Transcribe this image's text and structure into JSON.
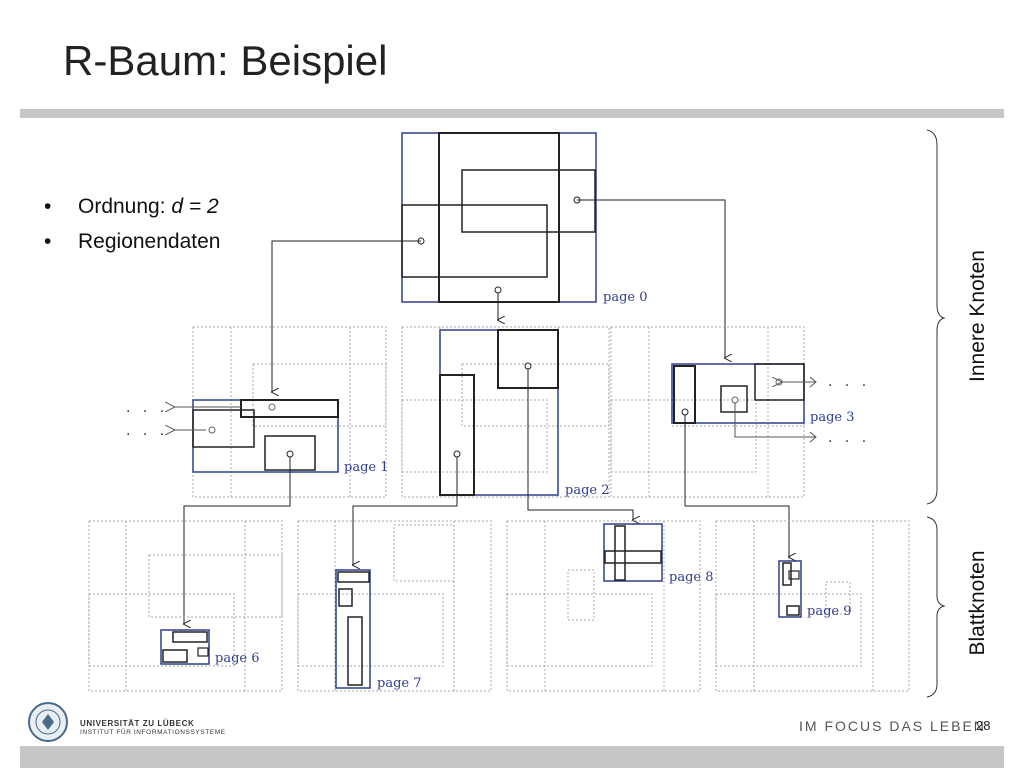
{
  "title": "R-Baum: Beispiel",
  "bullets": [
    {
      "label": "Ordnung: ",
      "value": "d = 2"
    },
    {
      "label": "Regionendaten",
      "value": ""
    }
  ],
  "side_labels": {
    "inner": "Innere Knoten",
    "leaf": "Blattknoten"
  },
  "pages": [
    "page 0",
    "page 1",
    "page 2",
    "page 3",
    "page 6",
    "page 7",
    "page 8",
    "page 9"
  ],
  "ellipsis": ". . .",
  "footer": {
    "university": "UNIVERSITÄT ZU LÜBECK",
    "institute": "INSTITUT FÜR INFORMATIONSSYSTEME",
    "motto": "IM FOCUS DAS LEBEN",
    "slide_number": "28"
  },
  "colors": {
    "accent": "#2f3e8c",
    "bar": "#c6c6c6"
  }
}
